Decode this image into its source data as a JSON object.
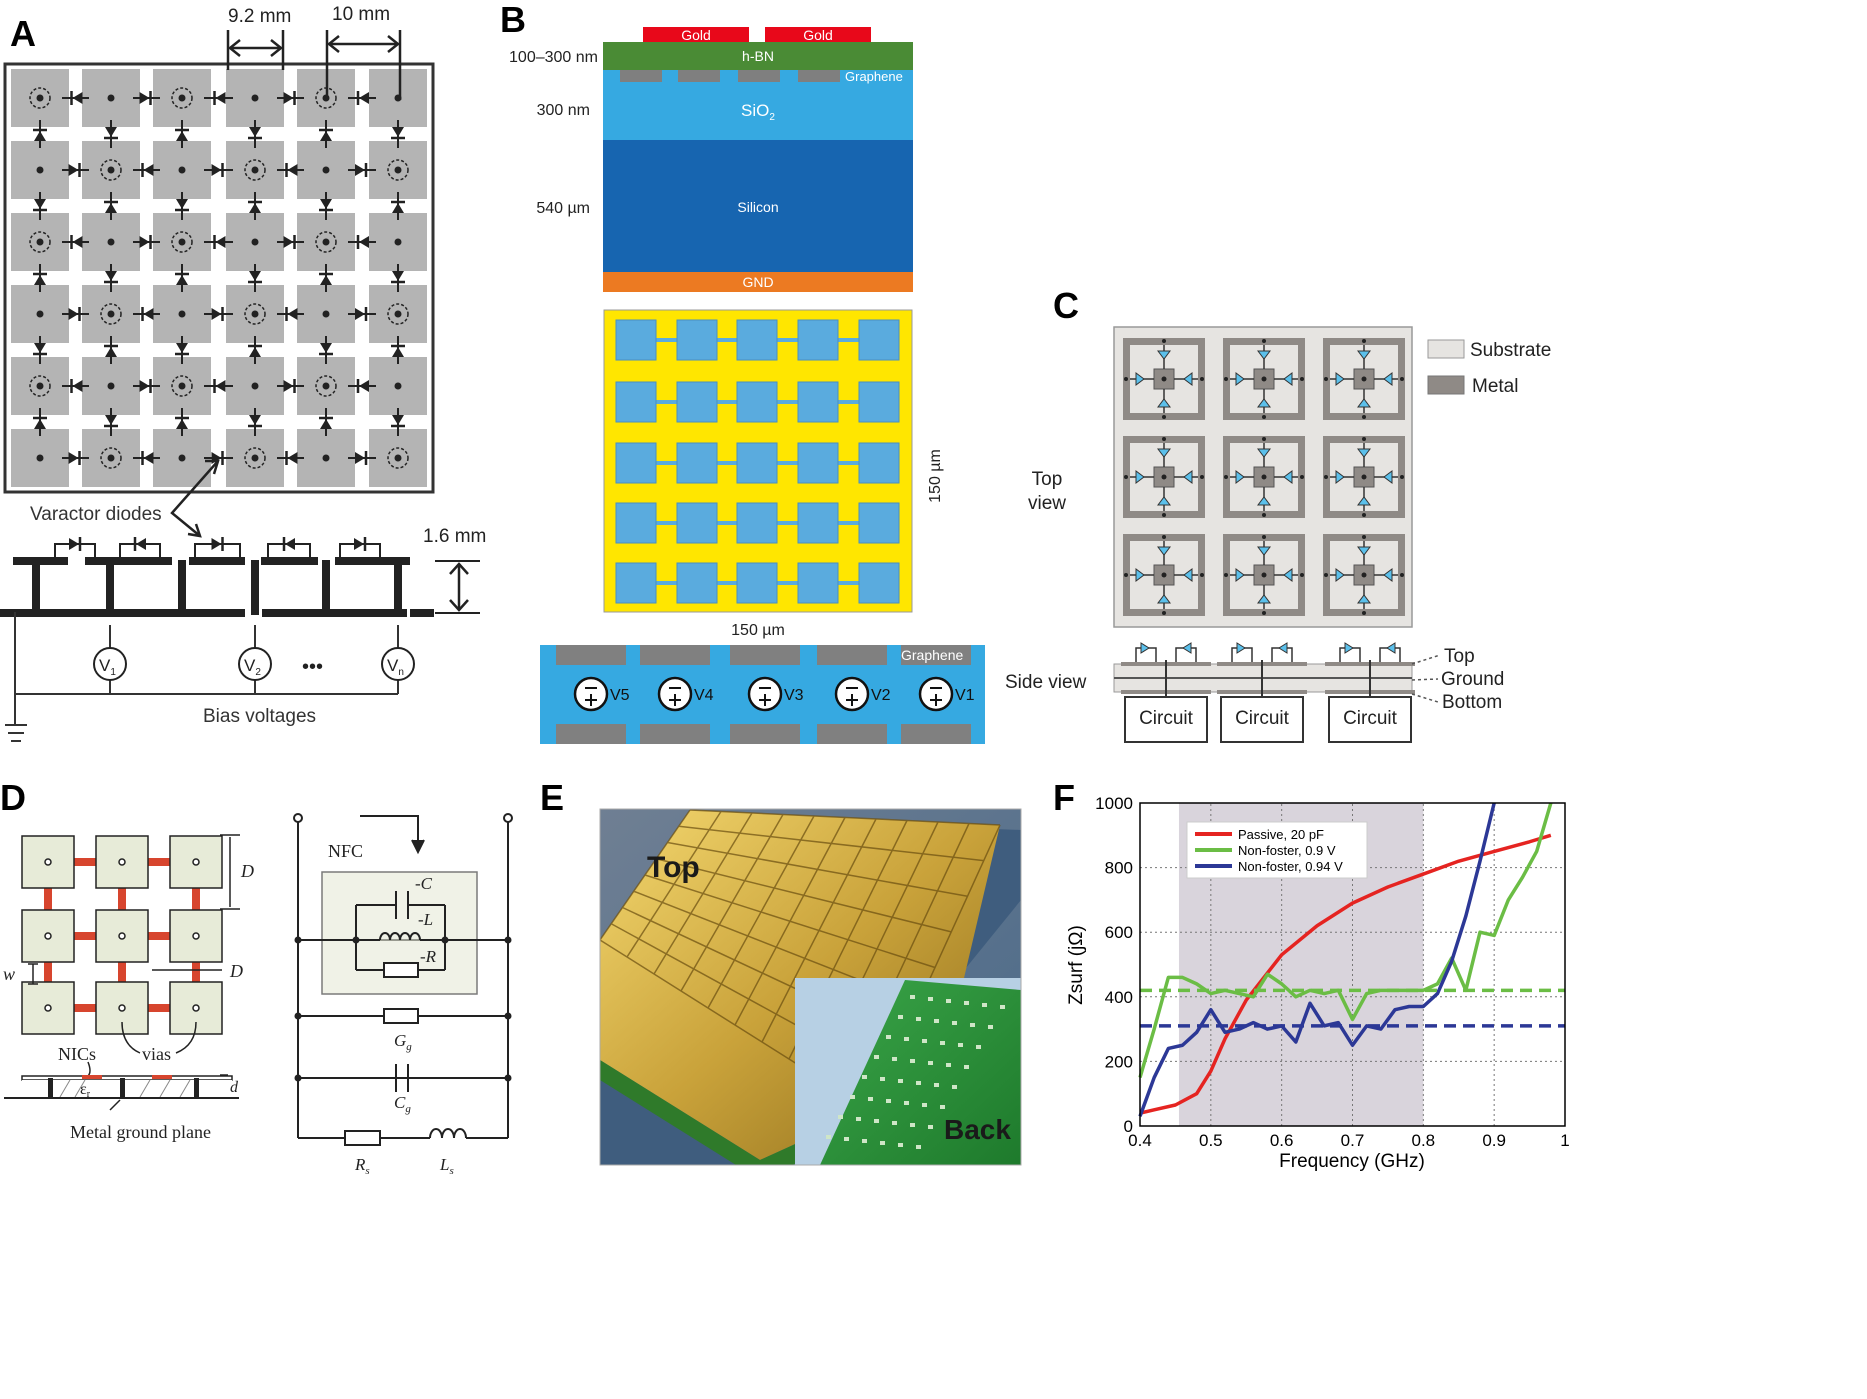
{
  "colors": {
    "pad_gray": "#b4b4b4",
    "gold": "#e8081a",
    "hbn": "#4a8b35",
    "graphene": "#7f7f7f",
    "sio2": "#36a9e1",
    "silicon": "#1765b0",
    "gnd": "#ec7a22",
    "yellow": "#ffe600",
    "blue_pad": "#5aabde",
    "substrate": "#e6e4e1",
    "metal": "#8f8a86",
    "diode_blue": "#5bc0eb",
    "nfc_fill": "#e7ebd8",
    "photo_gold": "#c9a23a",
    "photo_green": "#2f9a3d",
    "passive": "#e52421",
    "nonfoster_09": "#6bbd45",
    "nonfoster_094": "#2c3896",
    "band_fill": "#d9d4dc"
  },
  "panels": {
    "A": {
      "letter": "A",
      "dim1": "9.2 mm",
      "dim2": "10 mm",
      "varactor_label": "Varactor diodes",
      "thickness": "1.6 mm",
      "v1": "V",
      "v1_sub": "1",
      "v2": "V",
      "v2_sub": "2",
      "vn": "V",
      "vn_sub": "n",
      "ellipsis": "•••",
      "bias": "Bias voltages"
    },
    "B": {
      "letter": "B",
      "gold1": "Gold",
      "gold2": "Gold",
      "hbn": "h-BN",
      "graphene": "Graphene",
      "sio2": "SiO",
      "sio2_sub": "2",
      "silicon": "Silicon",
      "gnd": "GND",
      "t1": "100–300 nm",
      "t2": "300 nm",
      "t3": "540 µm",
      "dim_v": "150 µm",
      "dim_h": "150 µm",
      "graphene2": "Graphene",
      "sources": [
        "V5",
        "V4",
        "V3",
        "V2",
        "V1"
      ]
    },
    "C": {
      "letter": "C",
      "legend_substrate": "Substrate",
      "legend_metal": "Metal",
      "top_view_1": "Top",
      "top_view_2": "view",
      "side_view": "Side view",
      "layer_top": "Top",
      "layer_ground": "Ground",
      "layer_bottom": "Bottom",
      "circuits": [
        "Circuit",
        "Circuit",
        "Circuit"
      ]
    },
    "D": {
      "letter": "D",
      "dimD1": "D",
      "dimD2": "D",
      "dimw": "w",
      "nics": "NICs",
      "vias": "vias",
      "eps": "ε",
      "eps_sub": "r",
      "d": "d",
      "ground": "Metal ground plane",
      "nfc": "NFC",
      "negC": "-C",
      "negL": "-L",
      "negR": "-R",
      "Gg": "G",
      "Gg_sub": "g",
      "Cg": "C",
      "Cg_sub": "g",
      "Rs": "R",
      "Rs_sub": "s",
      "Ls": "L",
      "Ls_sub": "s"
    },
    "E": {
      "letter": "E",
      "top": "Top",
      "back": "Back"
    },
    "F": {
      "letter": "F"
    }
  },
  "chart_data": {
    "type": "line",
    "title": "",
    "xlabel": "Frequency (GHz)",
    "ylabel": "Zsurf (jΩ)",
    "xlim": [
      0.4,
      1.0
    ],
    "ylim": [
      0,
      1000
    ],
    "xticks": [
      "0.4",
      "0.5",
      "0.6",
      "0.7",
      "0.8",
      "0.9",
      "1"
    ],
    "yticks": [
      "0",
      "200",
      "400",
      "600",
      "800",
      "1000"
    ],
    "shaded_band": [
      0.455,
      0.8
    ],
    "legend_position": "top-left",
    "series": [
      {
        "name": "Passive, 20 pF",
        "color": "#e52421",
        "x": [
          0.4,
          0.42,
          0.45,
          0.48,
          0.5,
          0.52,
          0.55,
          0.6,
          0.65,
          0.7,
          0.75,
          0.8,
          0.85,
          0.9,
          0.95,
          0.98
        ],
        "y": [
          40,
          50,
          65,
          100,
          170,
          270,
          390,
          530,
          620,
          690,
          740,
          780,
          820,
          850,
          880,
          900
        ]
      },
      {
        "name": "Non-foster, 0.9 V",
        "color": "#6bbd45",
        "x": [
          0.4,
          0.42,
          0.44,
          0.46,
          0.48,
          0.5,
          0.52,
          0.54,
          0.56,
          0.58,
          0.6,
          0.62,
          0.64,
          0.66,
          0.68,
          0.7,
          0.72,
          0.74,
          0.76,
          0.78,
          0.8,
          0.82,
          0.84,
          0.86,
          0.88,
          0.9,
          0.92,
          0.94,
          0.96,
          0.98
        ],
        "y": [
          150,
          300,
          460,
          460,
          440,
          410,
          420,
          410,
          400,
          470,
          440,
          400,
          420,
          410,
          420,
          330,
          410,
          420,
          420,
          420,
          420,
          440,
          520,
          420,
          600,
          590,
          700,
          770,
          850,
          1000
        ]
      },
      {
        "name": "Non-foster, 0.94 V",
        "color": "#2c3896",
        "x": [
          0.4,
          0.42,
          0.44,
          0.46,
          0.48,
          0.5,
          0.52,
          0.54,
          0.56,
          0.58,
          0.6,
          0.62,
          0.64,
          0.66,
          0.68,
          0.7,
          0.72,
          0.74,
          0.76,
          0.78,
          0.8,
          0.82,
          0.84,
          0.86,
          0.88,
          0.9
        ],
        "y": [
          30,
          150,
          240,
          250,
          290,
          360,
          290,
          300,
          320,
          300,
          310,
          260,
          380,
          310,
          320,
          250,
          310,
          300,
          360,
          370,
          370,
          410,
          510,
          650,
          820,
          1000
        ]
      }
    ],
    "reference_lines": [
      {
        "color": "#6bbd45",
        "y": 420
      },
      {
        "color": "#2c3896",
        "y": 310
      }
    ]
  }
}
